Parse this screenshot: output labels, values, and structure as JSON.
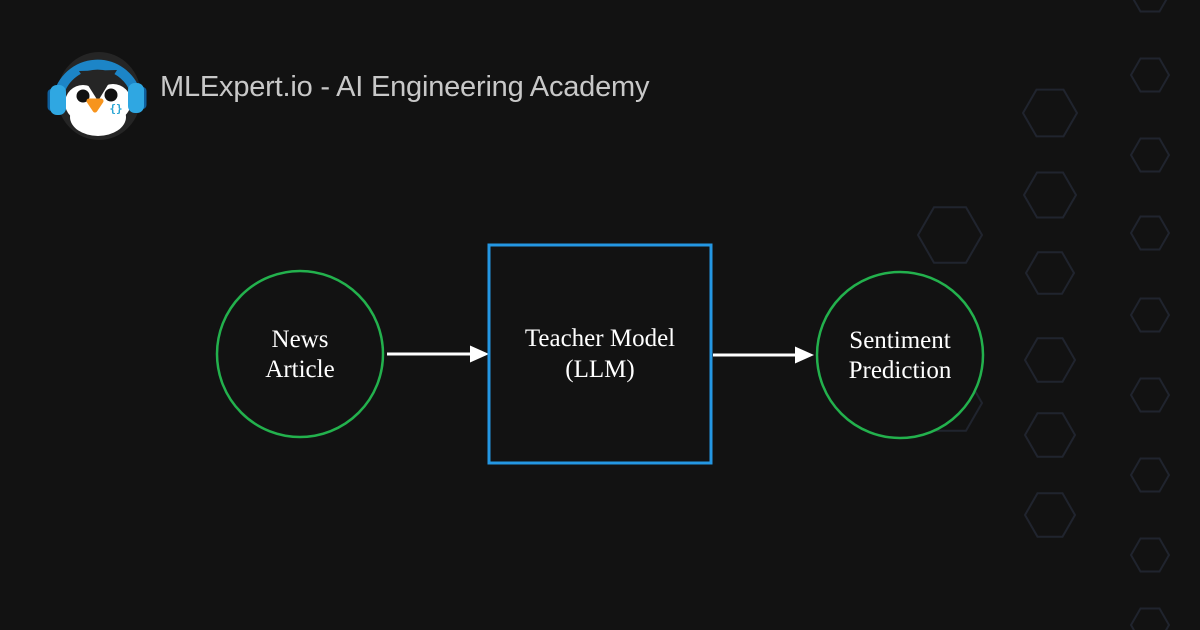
{
  "header": {
    "title": "MLExpert.io - AI Engineering Academy"
  },
  "logo": {
    "name": "mlexpert-penguin-headphones-logo",
    "code_symbol": "{}"
  },
  "diagram": {
    "type": "flowchart",
    "nodes": [
      {
        "id": "news-article",
        "shape": "circle",
        "lines": [
          "News",
          "Article"
        ],
        "border_color": "#23b14d"
      },
      {
        "id": "teacher-model",
        "shape": "square",
        "lines": [
          "Teacher Model",
          "(LLM)"
        ],
        "border_color": "#2497e3"
      },
      {
        "id": "sentiment-prediction",
        "shape": "circle",
        "lines": [
          "Sentiment",
          "Prediction"
        ],
        "border_color": "#23b14d"
      }
    ],
    "edges": [
      {
        "from": "news-article",
        "to": "teacher-model"
      },
      {
        "from": "teacher-model",
        "to": "sentiment-prediction"
      }
    ]
  },
  "colors": {
    "background": "#121212",
    "node_green": "#23b14d",
    "node_blue": "#2497e3",
    "arrow_white": "#ffffff",
    "diagram_text": "#ffffff",
    "title_text": "#c8c8c8",
    "hexagon_outline": "#20242e",
    "logo_headphone_blue": "#2fa7e2",
    "logo_band_blue": "#1c85c7",
    "logo_beak_orange": "#f7941d"
  }
}
